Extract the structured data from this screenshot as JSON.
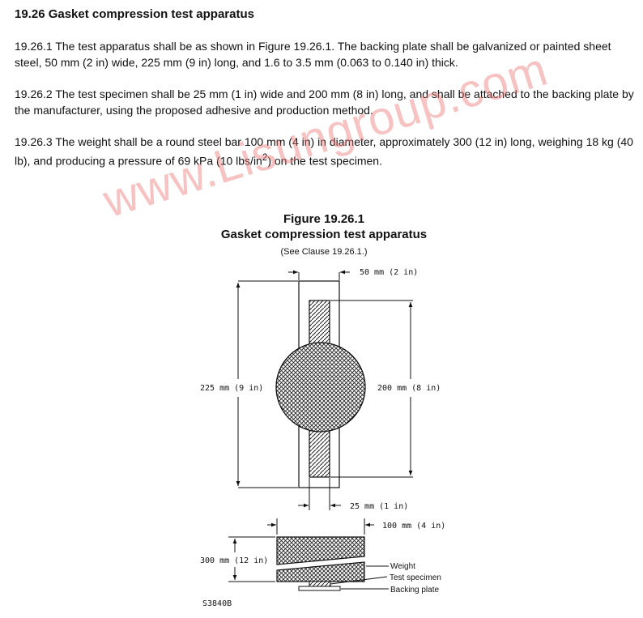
{
  "section": {
    "heading": "19.26  Gasket compression test apparatus",
    "paragraphs": [
      {
        "id": "19.26.1",
        "text": "19.26.1  The test apparatus shall be as shown in Figure 19.26.1. The backing plate shall be galvanized or painted sheet steel, 50 mm (2 in) wide, 225 mm (9 in) long, and 1.6 to 3.5 mm (0.063 to 0.140 in) thick."
      },
      {
        "id": "19.26.2",
        "text": "19.26.2  The test specimen shall be 25 mm (1 in) wide and 200 mm (8 in) long, and shall be attached to the backing plate by the manufacturer, using the proposed adhesive and production method."
      },
      {
        "id": "19.26.3",
        "text_before_sup": "19.26.3  The weight shall be a round steel bar 100 mm (4 in) in diameter, approximately 300 (12 in) long, weighing 18 kg (40 lb), and producing a pressure of 69 kPa (10 lbs/in",
        "sup": "2",
        "text_after_sup": ") on the test specimen."
      }
    ]
  },
  "figure": {
    "number": "Figure 19.26.1",
    "title": "Gasket compression test apparatus",
    "reference": "(See Clause 19.26.1.)",
    "dims": {
      "plate_width": "50 mm (2 in)",
      "plate_length": "225 mm (9 in)",
      "specimen_length": "200 mm (8 in)",
      "specimen_width": "25 mm (1 in)",
      "bar_diameter": "100 mm (4 in)",
      "bar_length": "300 mm (12 in)"
    },
    "labels": {
      "weight": "Weight",
      "specimen": "Test specimen",
      "plate": "Backing plate"
    },
    "code": "S3840B"
  },
  "watermark": "www.Lisungroup.com"
}
